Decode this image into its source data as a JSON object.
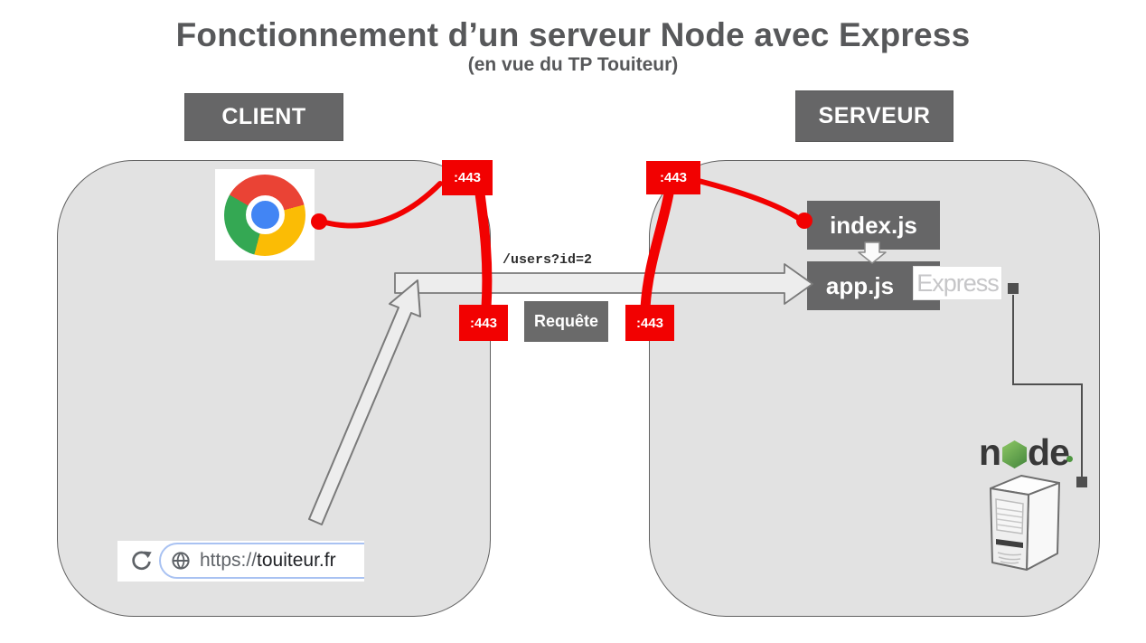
{
  "title": {
    "main": "Fonctionnement d’un serveur Node avec Express",
    "subtitle": "(en vue du TP Touiteur)"
  },
  "zones": {
    "client": "CLIENT",
    "server": "SERVEUR"
  },
  "ports": {
    "https": ":443"
  },
  "request": {
    "label": "Requête",
    "path": "/users?id=2"
  },
  "server_side": {
    "index_file": "index.js",
    "app_file": "app.js",
    "express": "Express",
    "node_left": "n",
    "node_right": "de"
  },
  "browser_bar": {
    "scheme": "https://",
    "domain": "touiteur.fr"
  },
  "icons": {
    "browser": "chrome-icon",
    "reload": "reload-icon",
    "site": "globe-icon",
    "runtime": "node-hexagon-icon",
    "machine": "server-tower-icon"
  },
  "colors": {
    "accent_red": "#f20101",
    "box_gray": "#666667",
    "panel_fill": "#e2e2e2",
    "panel_border": "#616161",
    "express_text": "#c6c6c8",
    "node_green": "#43853d",
    "chrome_blue": "#4285f4",
    "url_pill_border": "#a9c2f2"
  }
}
